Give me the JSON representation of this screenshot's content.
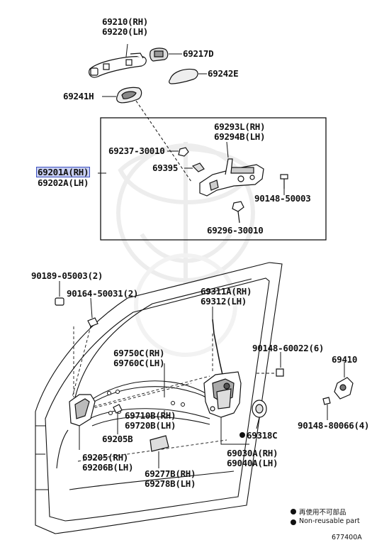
{
  "labels": {
    "p69210": "69210(RH)",
    "p69220": "69220(LH)",
    "p69217D": "69217D",
    "p69242E": "69242E",
    "p69241H": "69241H",
    "p69293L": "69293L(RH)",
    "p69294B": "69294B(LH)",
    "p69237": "69237-30010",
    "p69201A": "69201A(RH)",
    "p69202A": "69202A(LH)",
    "p69395": "69395",
    "p90148_50003": "90148-50003",
    "p69296": "69296-30010",
    "p90189": "90189-05003(2)",
    "p90164": "90164-50031(2)",
    "p69311A": "69311A(RH)",
    "p69312": "69312(LH)",
    "p90148_60022": "90148-60022(6)",
    "p69750C": "69750C(RH)",
    "p69760C": "69760C(LH)",
    "p69410": "69410",
    "p69710B": "69710B(RH)",
    "p69720B": "69720B(LH)",
    "p69205B": "69205B",
    "p69318C": "69318C",
    "p90148_80066": "90148-80066(4)",
    "p69205": "69205(RH)",
    "p69206B": "69206B(LH)",
    "p69030A": "69030A(RH)",
    "p69040A": "69040A(LH)",
    "p69277B": "69277B(RH)",
    "p69278B": "69278B(LH)"
  },
  "legend": {
    "jp": "再使用不可部品",
    "en": "Non-reusable part"
  },
  "figure_id": "677400A",
  "colors": {
    "highlight_fill": "#c8cff2",
    "highlight_border": "#3b4fbf",
    "line": "#111111"
  }
}
